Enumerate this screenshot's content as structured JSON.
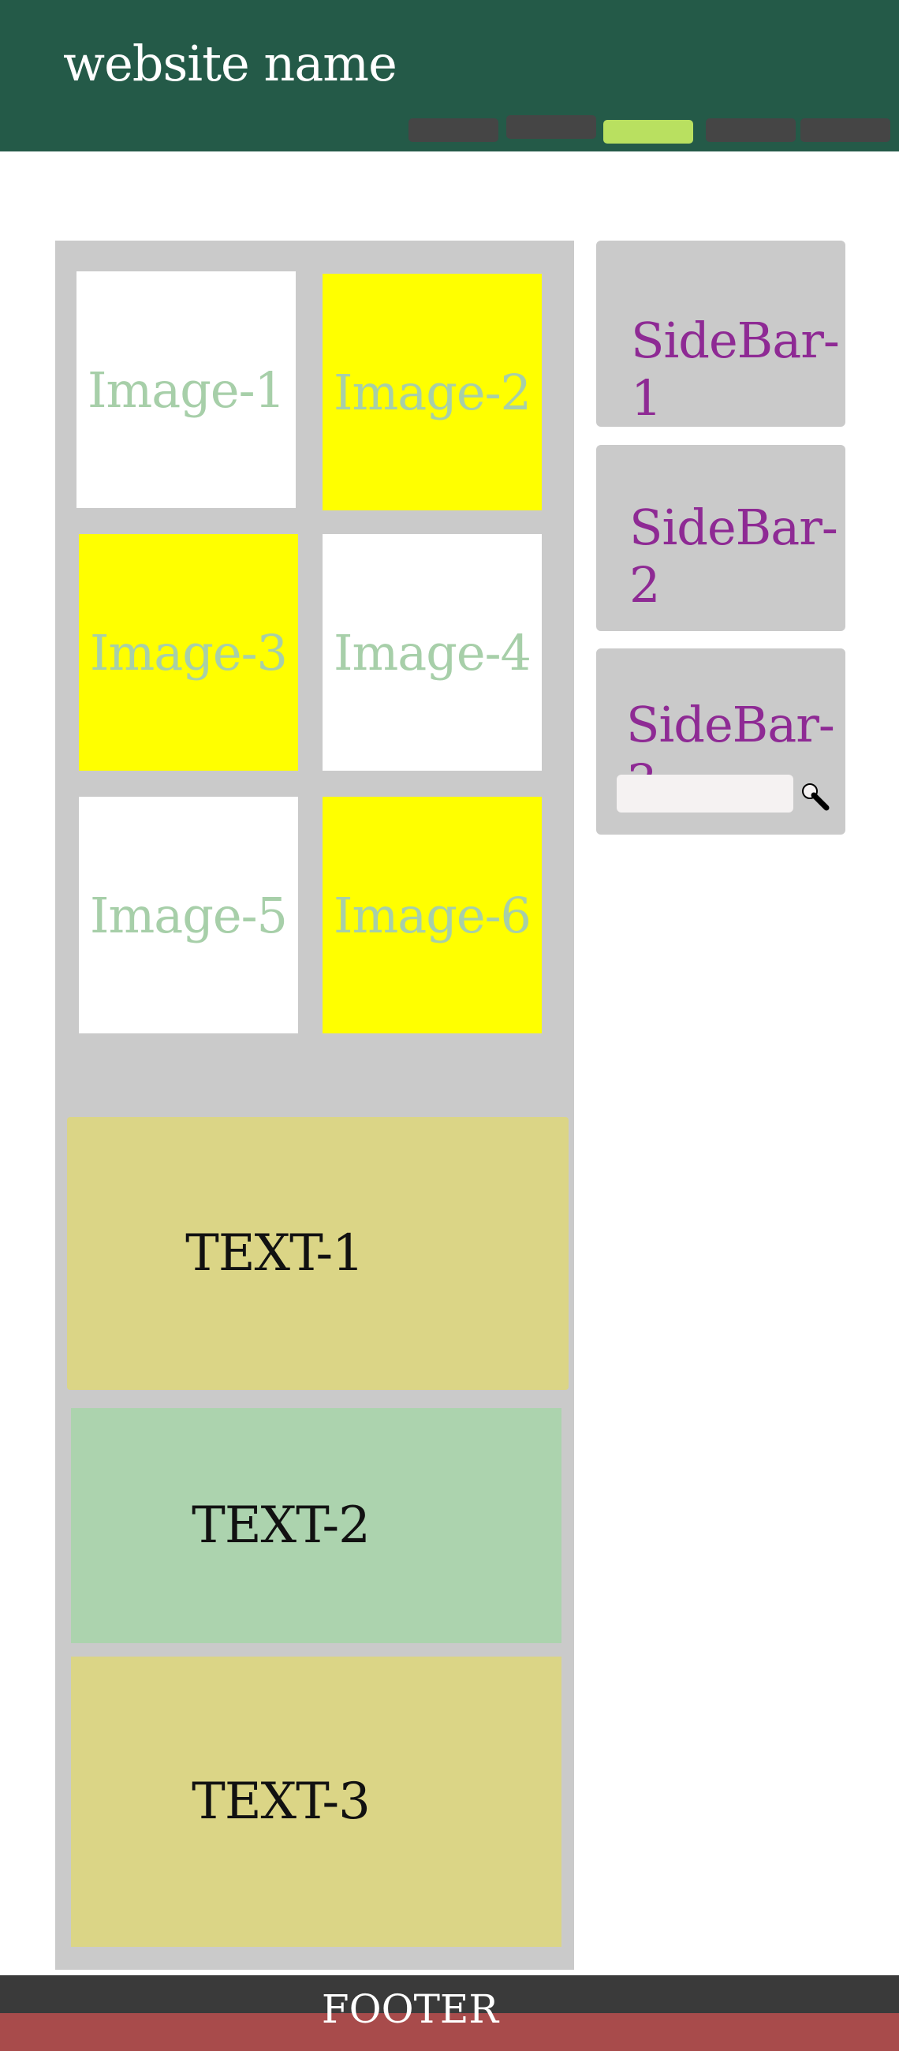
{
  "header": {
    "site_name": "website name",
    "nav_tabs": [
      {
        "label": "",
        "active": false
      },
      {
        "label": "",
        "active": false
      },
      {
        "label": "",
        "active": true
      },
      {
        "label": "",
        "active": false
      },
      {
        "label": "",
        "active": false
      }
    ]
  },
  "main": {
    "images": [
      {
        "label": "Image-1",
        "fill": "#ffffff"
      },
      {
        "label": "Image-2",
        "fill": "#ffff00"
      },
      {
        "label": "Image-3",
        "fill": "#ffff00"
      },
      {
        "label": "Image-4",
        "fill": "#ffffff"
      },
      {
        "label": "Image-5",
        "fill": "#ffffff"
      },
      {
        "label": "Image-6",
        "fill": "#ffff00"
      }
    ],
    "text_blocks": [
      {
        "label": "TEXT-1",
        "fill": "#dbd586"
      },
      {
        "label": "TEXT-2",
        "fill": "#acd3ae"
      },
      {
        "label": "TEXT-3",
        "fill": "#dbd586"
      }
    ]
  },
  "sidebar": {
    "items": [
      {
        "label": "SideBar-1"
      },
      {
        "label": "SideBar-2"
      },
      {
        "label": "SideBar-3"
      }
    ],
    "search": {
      "value": "",
      "placeholder": ""
    },
    "search_icon": "magnifier-icon"
  },
  "footer": {
    "label": "FOOTER"
  },
  "colors": {
    "header_bg": "#245a48",
    "nav_tab": "#454545",
    "nav_tab_active": "#b9e060",
    "panel_bg": "#cacaca",
    "image_label": "#a7cfa9",
    "sidebar_label": "#8e2a94",
    "footer_top": "#3a3a3a",
    "footer_bottom": "#a84b4b"
  }
}
